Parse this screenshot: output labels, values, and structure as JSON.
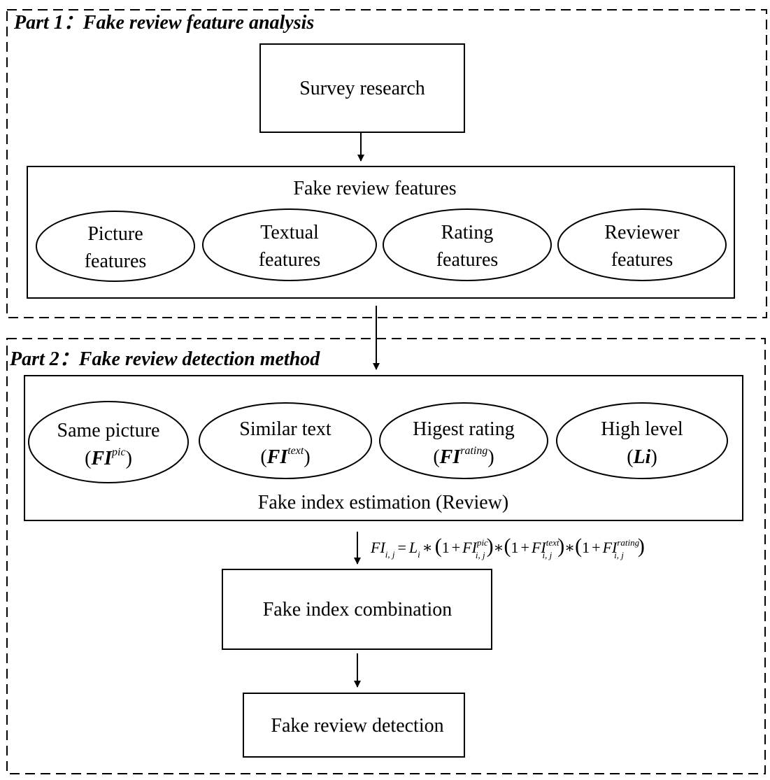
{
  "part1": {
    "title": "Part 1：Fake review feature analysis",
    "survey_label": "Survey research",
    "features_title": "Fake review features",
    "features": [
      {
        "line1": "Picture",
        "line2": "features"
      },
      {
        "line1": "Textual",
        "line2": "features"
      },
      {
        "line1": "Rating",
        "line2": "features"
      },
      {
        "line1": "Reviewer",
        "line2": "features"
      }
    ]
  },
  "part2": {
    "title": "Part 2：Fake review detection method",
    "estimation_title": "Fake index estimation (Review)",
    "indices": [
      {
        "line1": "Same picture",
        "symbol": "FI",
        "sup": "pic"
      },
      {
        "line1": "Similar text",
        "symbol": "FI",
        "sup": "text"
      },
      {
        "line1": "Higest rating",
        "symbol": "FI",
        "sup": "rating"
      },
      {
        "line1": "High level",
        "symbol": "Li",
        "sup": ""
      }
    ],
    "formula": {
      "lhs": "FI",
      "lhs_sub": "i, j",
      "li": "L",
      "li_sub": "i",
      "op_eq": "=",
      "op_mul": "∗",
      "one": "1",
      "plus": "+",
      "fi": "FI",
      "sub": "i, j",
      "sup_pic": "pic",
      "sup_text": "text",
      "sup_rating": "rating"
    },
    "combination_label": "Fake index combination",
    "detection_label": "Fake review detection"
  },
  "colors": {
    "stroke": "#000000",
    "background": "#ffffff"
  }
}
